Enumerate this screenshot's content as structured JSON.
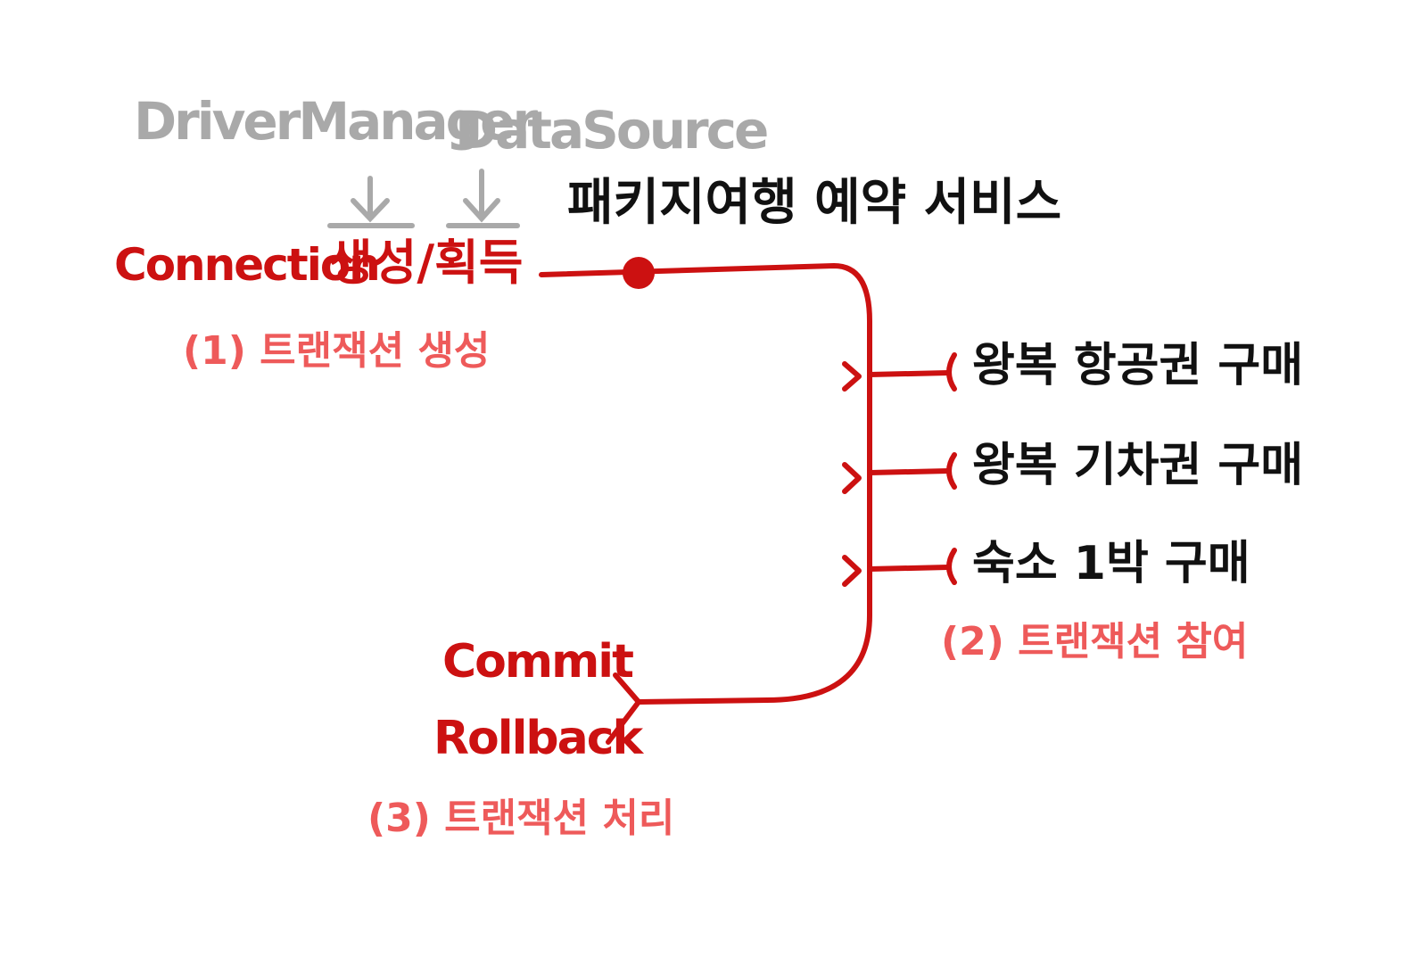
{
  "title": "패키지여행 예약 서비스",
  "sources": {
    "driver_manager": "DriverManager",
    "data_source": "DataSource"
  },
  "connection": {
    "label": "Connection",
    "action": "생성/획득"
  },
  "steps": {
    "step1": "(1) 트랜잭션 생성",
    "step2": "(2) 트랜잭션 참여",
    "step3": "(3) 트랜잭션 처리"
  },
  "participants": [
    "왕복 항공권 구매",
    "왕복 기차권 구매",
    "숙소 1박 구매"
  ],
  "endings": {
    "commit": "Commit",
    "rollback": "Rollback"
  },
  "colors": {
    "line": "#cc1111",
    "step_text": "#ee5a5a",
    "source_text": "#a9a9a9",
    "body_text": "#111111"
  }
}
